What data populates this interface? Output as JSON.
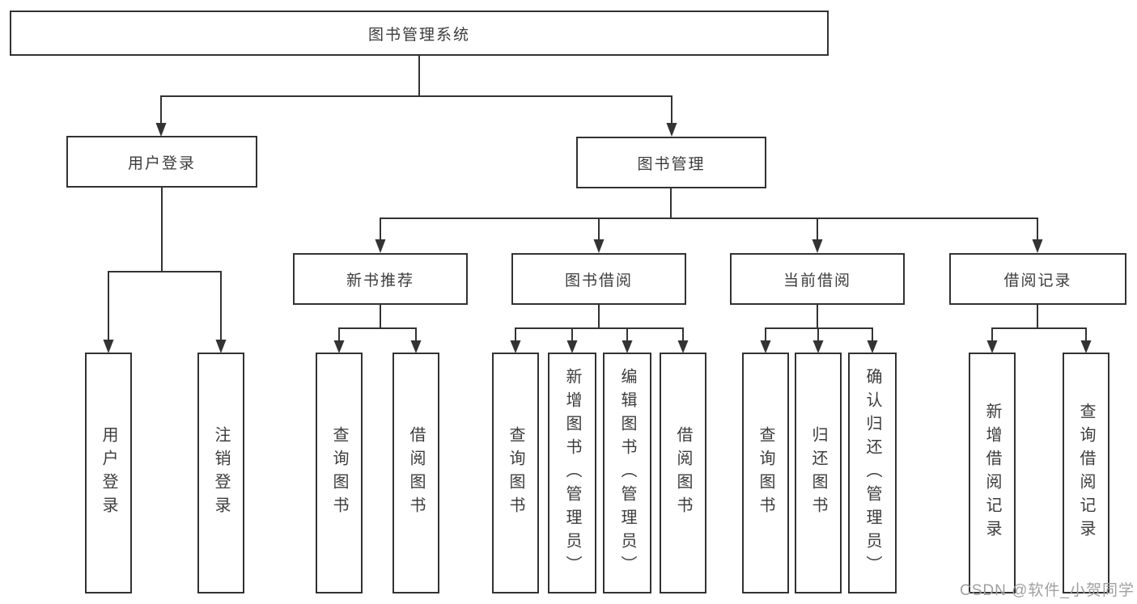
{
  "diagram": {
    "title": "图书管理系统",
    "root": {
      "label": "图书管理系统"
    },
    "level2": [
      {
        "label": "用户登录"
      },
      {
        "label": "图书管理"
      }
    ],
    "level3": [
      {
        "label": "新书推荐",
        "parent": "图书管理"
      },
      {
        "label": "图书借阅",
        "parent": "图书管理"
      },
      {
        "label": "当前借阅",
        "parent": "图书管理"
      },
      {
        "label": "借阅记录",
        "parent": "图书管理"
      }
    ],
    "leaves": [
      {
        "label": "用户登录",
        "parent": "用户登录"
      },
      {
        "label": "注销登录",
        "parent": "用户登录"
      },
      {
        "label": "查询图书",
        "parent": "新书推荐"
      },
      {
        "label": "借阅图书",
        "parent": "新书推荐"
      },
      {
        "label": "查询图书",
        "parent": "图书借阅"
      },
      {
        "label": "新增图书（管理员）",
        "parent": "图书借阅"
      },
      {
        "label": "编辑图书（管理员）",
        "parent": "图书借阅"
      },
      {
        "label": "借阅图书",
        "parent": "图书借阅"
      },
      {
        "label": "查询图书",
        "parent": "当前借阅"
      },
      {
        "label": "归还图书",
        "parent": "当前借阅"
      },
      {
        "label": "确认归还（管理员）",
        "parent": "当前借阅"
      },
      {
        "label": "新增借阅记录",
        "parent": "借阅记录"
      },
      {
        "label": "查询借阅记录",
        "parent": "借阅记录"
      }
    ]
  },
  "watermark": "CSDN @软件_小贺同学",
  "colors": {
    "line": "#333333",
    "border": "#323232",
    "text": "#3c3c3c",
    "watermark": "#a0a0a0",
    "background": "#ffffff"
  }
}
